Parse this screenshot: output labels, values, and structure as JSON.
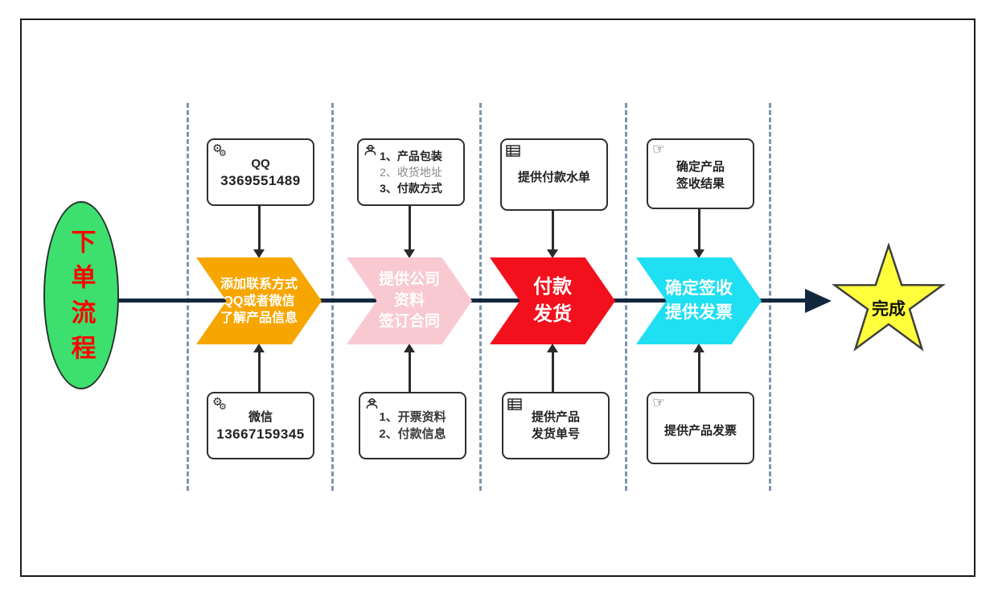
{
  "flow": {
    "start_label": "下单流程",
    "finish_label": "完成",
    "steps": [
      {
        "top_note": {
          "icon": "gears-icon",
          "lines": [
            "QQ",
            "3369551489"
          ]
        },
        "label_lines": [
          "添加联系方式",
          "QQ或者微信",
          "了解产品信息"
        ],
        "color": "#f7a600",
        "bottom_note": {
          "icon": "gears-icon",
          "lines": [
            "微信",
            "13667159345"
          ]
        }
      },
      {
        "top_note": {
          "icon": "worker-icon",
          "lines": [
            "1、产品包装",
            "2、收货地址",
            "3、付款方式"
          ]
        },
        "label_lines": [
          "提供公司",
          "资料",
          "签订合同"
        ],
        "color": "#f9c9d2",
        "bottom_note": {
          "icon": "worker-icon",
          "lines": [
            "1、开票资料",
            "2、付款信息"
          ]
        }
      },
      {
        "top_note": {
          "icon": "table-icon",
          "lines": [
            "提供付款水单"
          ]
        },
        "label_lines": [
          "付款",
          "发货"
        ],
        "color": "#f2101c",
        "bottom_note": {
          "icon": "table-icon",
          "lines": [
            "提供产品",
            "发货单号"
          ]
        }
      },
      {
        "top_note": {
          "icon": "pointing-hand-icon",
          "lines": [
            "确定产品",
            "签收结果"
          ]
        },
        "label_lines": [
          "确定签收",
          "提供发票"
        ],
        "color": "#1fdff2",
        "bottom_note": {
          "icon": "pointing-hand-icon",
          "lines": [
            "提供产品发票"
          ]
        }
      }
    ],
    "icon_glyphs": {
      "gear": "⚙",
      "pointing_hand": "☞"
    },
    "colors": {
      "start_fill": "#3de06e",
      "start_text": "#fe0000",
      "finish_fill": "#ffff3b",
      "step_1": "#f7a600",
      "step_2": "#f9c9d2",
      "step_3": "#f2101c",
      "step_4": "#1fdff2",
      "main_line": "#13273f",
      "lane_divider": "#7e95af"
    }
  }
}
